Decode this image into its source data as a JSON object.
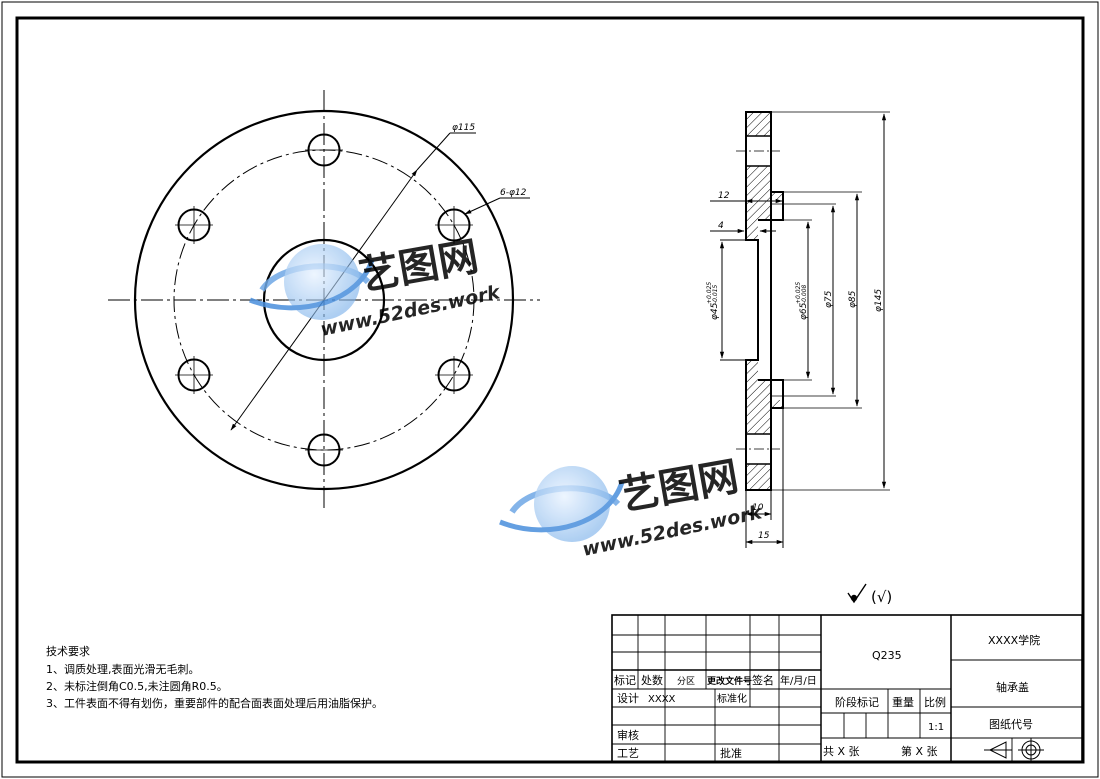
{
  "dimensions": {
    "bolt_circle": "φ115",
    "holes": "6-φ12",
    "thickness_total": "12",
    "recess_depth": "4",
    "flange_thickness": "10",
    "overall_width": "15",
    "bore_small": "φ45",
    "bore_small_tol_upper": "+0.025",
    "bore_small_tol_lower": "-0.015",
    "bore_large": "φ65",
    "bore_large_tol_upper": "+0.025",
    "bore_large_tol_lower": "-0.008",
    "dia_75": "φ75",
    "dia_85": "φ85",
    "dia_145": "φ145"
  },
  "surface_finish": "(√)",
  "watermark": {
    "brand": "艺图网",
    "url": "www.52des.work"
  },
  "technical_requirements": {
    "title": "技术要求",
    "items": [
      "1、调质处理,表面光滑无毛刺。",
      "2、未标注倒角C0.5,未注圆角R0.5。",
      "3、工件表面不得有划伤，重要部件的配合面表面处理后用油脂保护。"
    ]
  },
  "title_block": {
    "material": "Q235",
    "school": "XXXX学院",
    "part_name": "轴承盖",
    "drawing_no_label": "图纸代号",
    "row_headers": [
      "标记",
      "处数",
      "分区",
      "更改文件号",
      "签名",
      "年/月/日"
    ],
    "design_label": "设计",
    "designer": "XXXX",
    "standard_label": "标准化",
    "review_label": "审核",
    "process_label": "工艺",
    "approve_label": "批准",
    "stage_label": "阶段标记",
    "weight_label": "重量",
    "scale_label": "比例",
    "scale_value": "1:1",
    "sheets_total": "共 X 张",
    "sheet_no": "第 X 张"
  }
}
